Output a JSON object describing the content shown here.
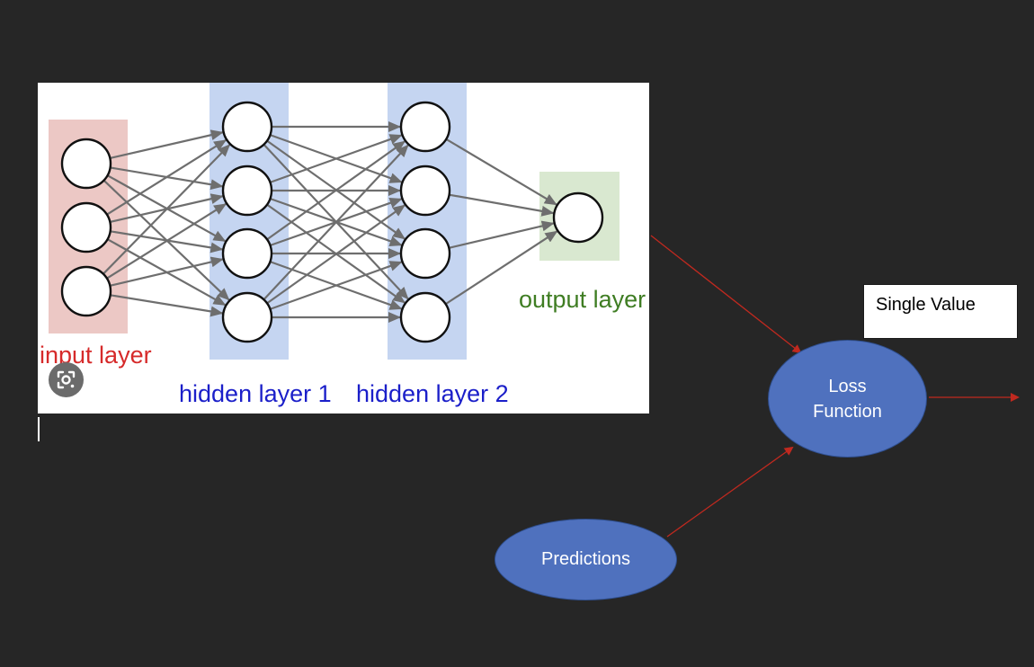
{
  "network_image": {
    "layers": {
      "input": {
        "label": "input layer",
        "neurons": 3,
        "color": "#d62a2a",
        "band_color": "#ecc8c5"
      },
      "hidden1": {
        "label": "hidden layer 1",
        "neurons": 4,
        "color": "#1b1fc9",
        "band_color": "#c5d5f1"
      },
      "hidden2": {
        "label": "hidden layer 2",
        "neurons": 4,
        "color": "#1b1fc9",
        "band_color": "#c5d5f1"
      },
      "output": {
        "label": "output layer",
        "neurons": 1,
        "color": "#3f7d23",
        "band_color": "#d9e8d0"
      }
    },
    "lens_icon": "google-lens-icon"
  },
  "flow": {
    "loss_function": {
      "line1": "Loss",
      "line2": "Function"
    },
    "predictions": "Predictions",
    "single_value": "Single Value",
    "node_color": "#4f71be",
    "arrow_color": "#c0291f"
  }
}
